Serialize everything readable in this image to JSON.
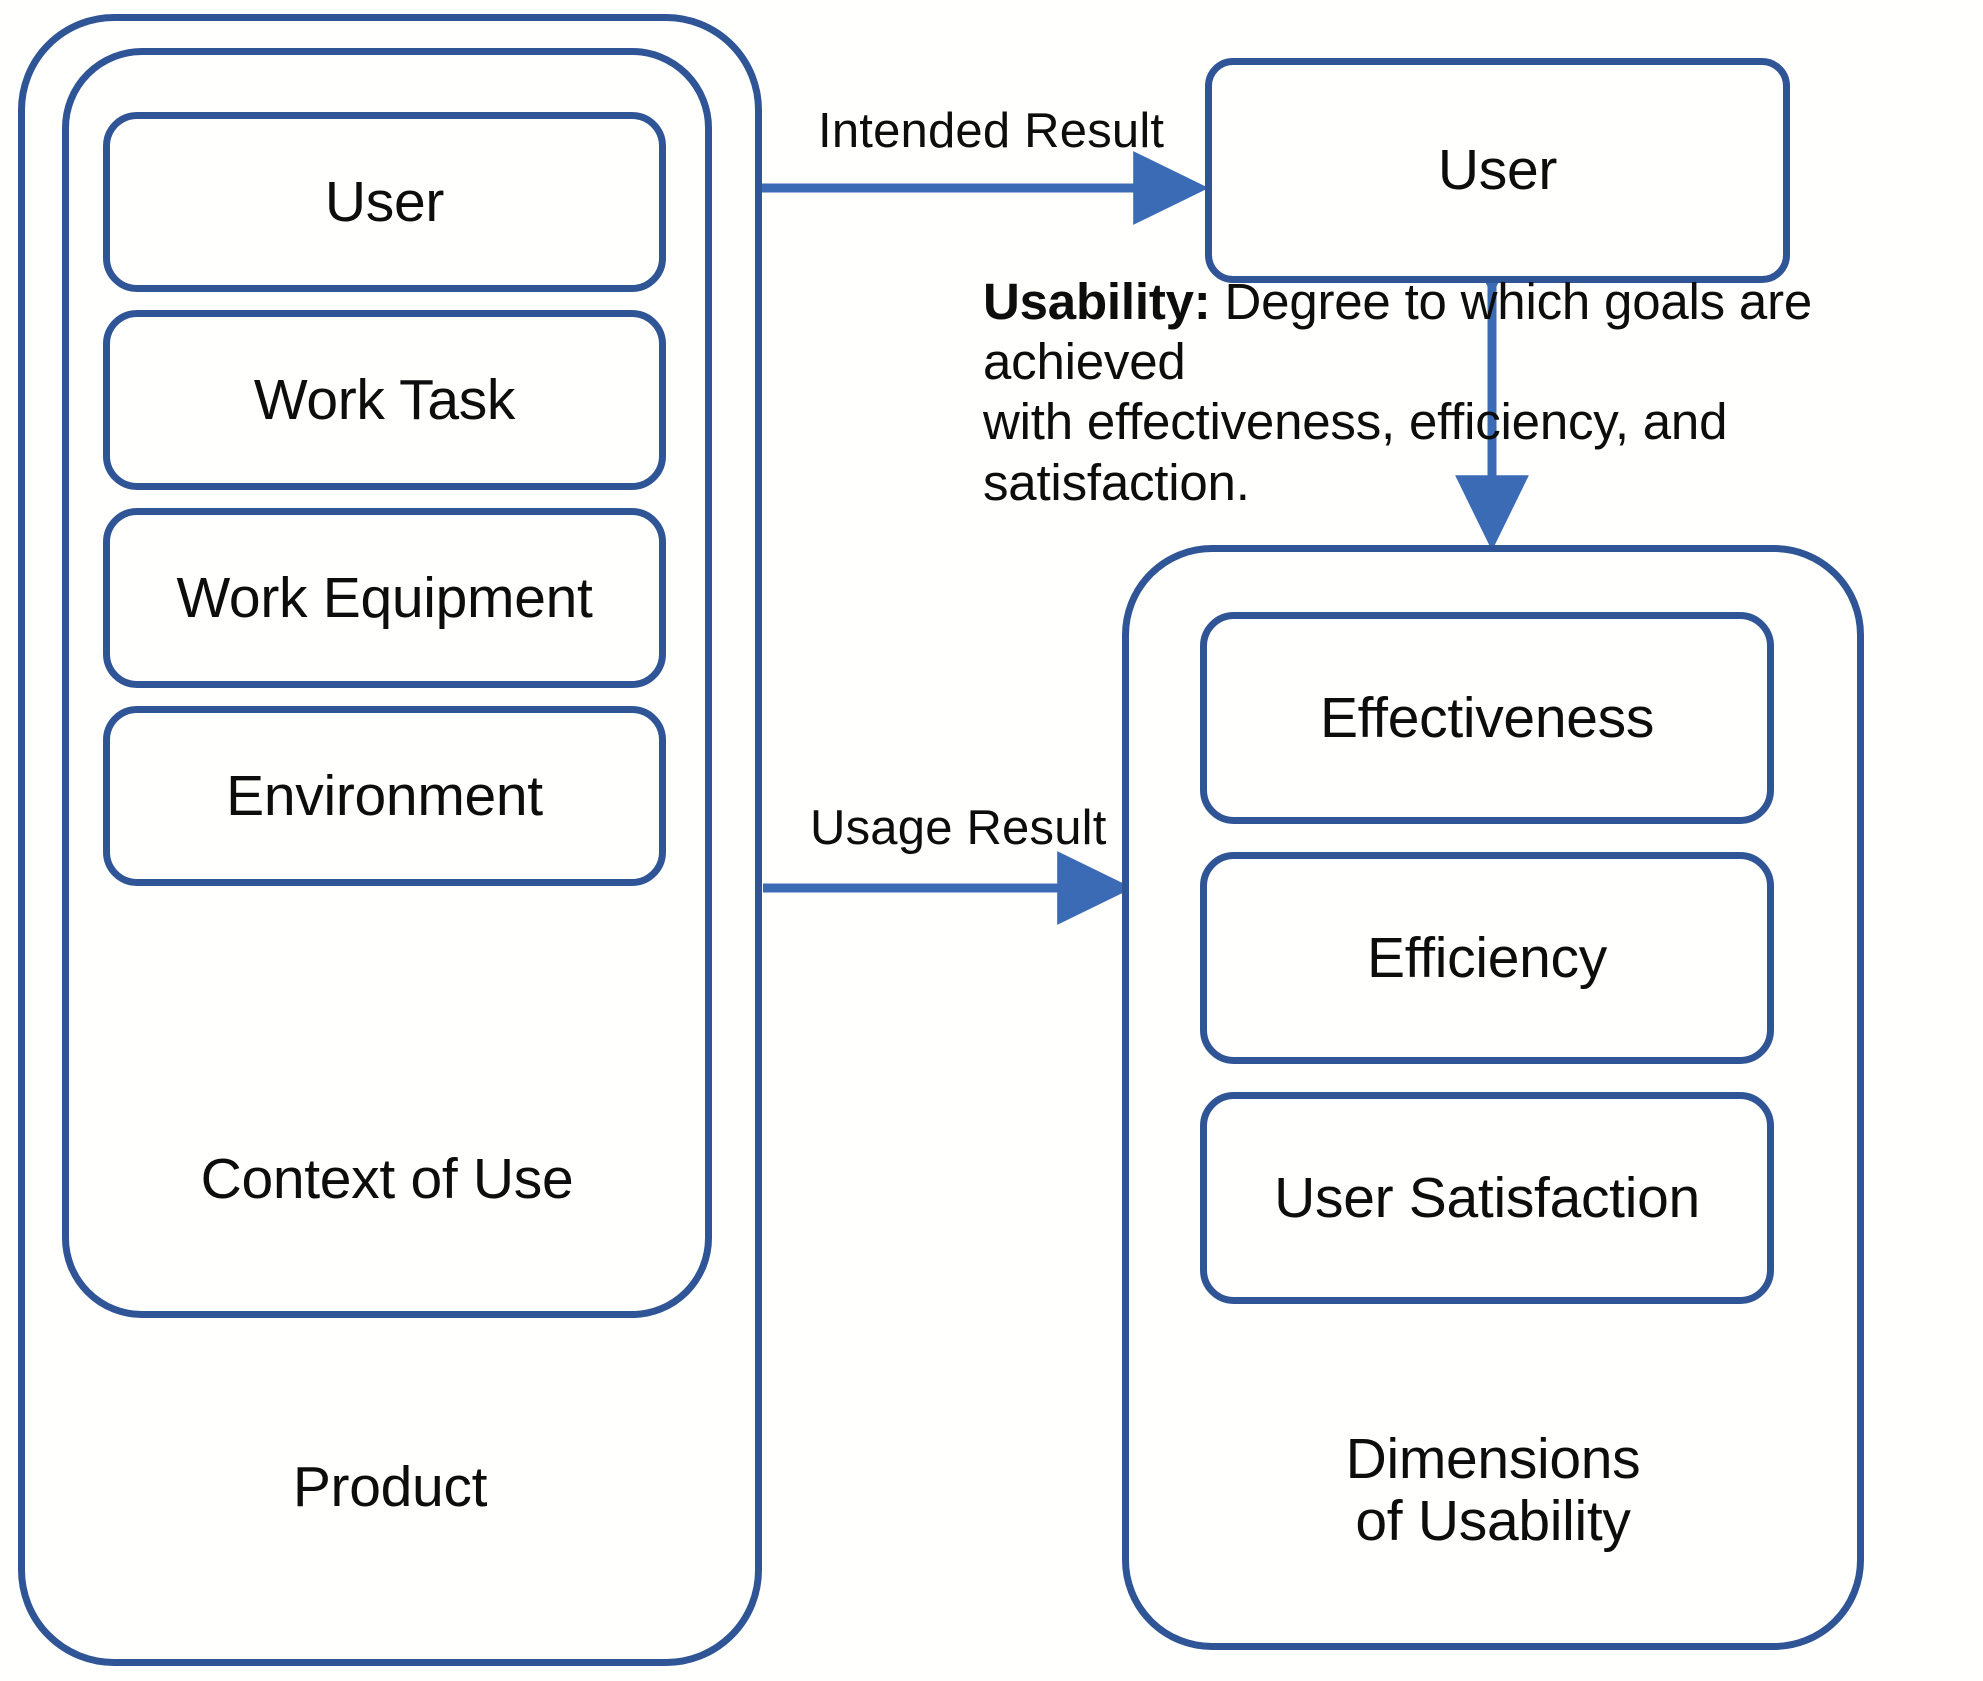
{
  "diagram": {
    "type": "nested-block-diagram",
    "accent_color": "#2f5597",
    "arrow_color": "#3b6bb5",
    "text_color": "#0d0d0d",
    "background": "#fffffd",
    "left_group": {
      "outer_label": "Product",
      "middle_label": "Context of Use",
      "items": [
        {
          "label": "User"
        },
        {
          "label": "Work Task"
        },
        {
          "label": "Work Equipment"
        },
        {
          "label": "Environment"
        }
      ]
    },
    "top_right_node": {
      "label": "User"
    },
    "right_group": {
      "outer_label": "Dimensions\nof Usability",
      "items": [
        {
          "label": "Effectiveness"
        },
        {
          "label": "Efficiency"
        },
        {
          "label": "User Satisfaction"
        }
      ]
    },
    "connectors": [
      {
        "id": "intended-result",
        "label": "Intended Result",
        "from": "top-right-user",
        "to": "context-of-use-user",
        "style": "double-headed-horizontal"
      },
      {
        "id": "usage-result",
        "label": "Usage Result",
        "from": "product",
        "to": "dimensions-of-usability",
        "style": "single-headed-horizontal"
      },
      {
        "id": "usability-link",
        "label": "",
        "from": "dimensions-of-usability",
        "to": "top-right-user",
        "style": "double-headed-vertical"
      }
    ],
    "note": {
      "term": "Usability:",
      "line1": " Degree to which goals are achieved",
      "line2": "with effectiveness, efficiency, and satisfaction."
    }
  }
}
